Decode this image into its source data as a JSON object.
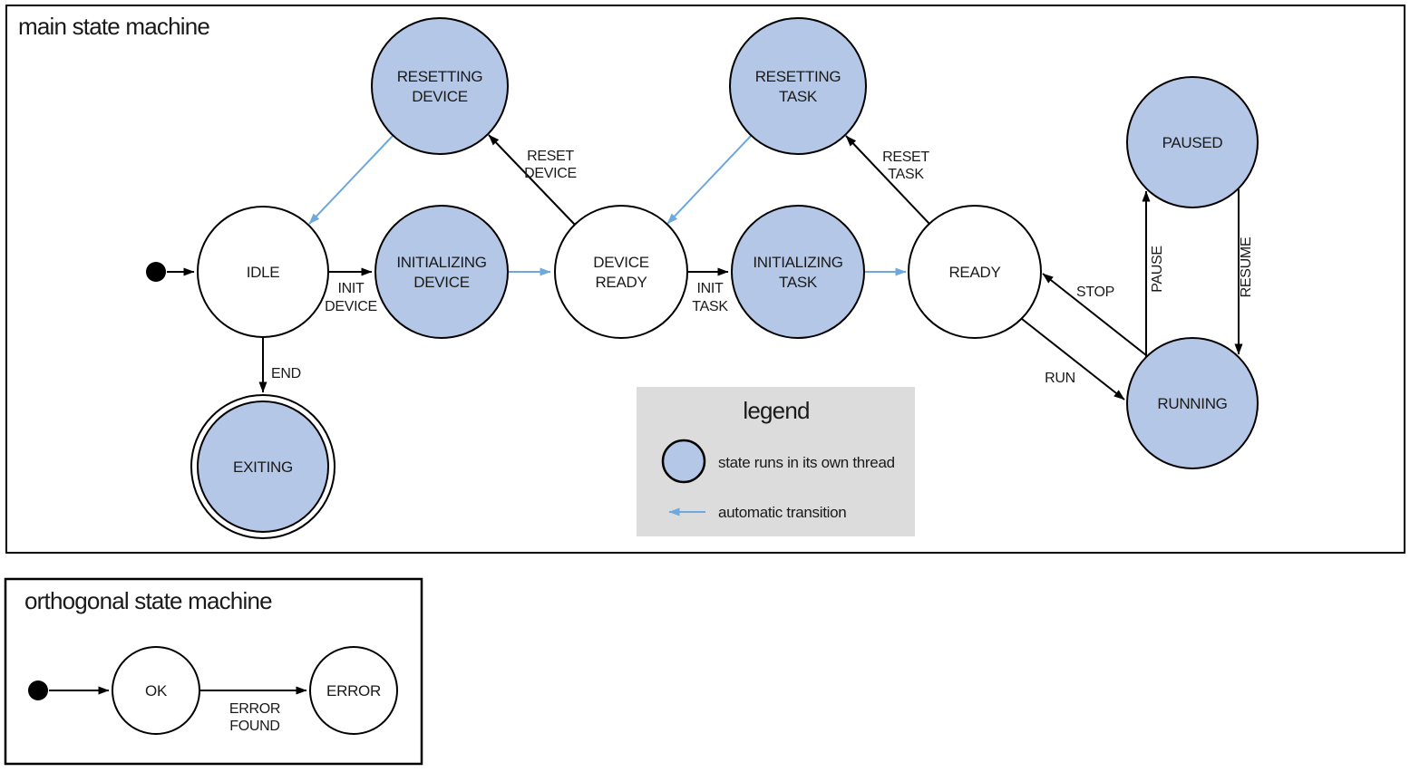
{
  "main": {
    "title": "main state machine",
    "states": {
      "idle": [
        "IDLE"
      ],
      "resetting_device": [
        "RESETTING",
        "DEVICE"
      ],
      "initializing_device": [
        "INITIALIZING",
        "DEVICE"
      ],
      "device_ready": [
        "DEVICE",
        "READY"
      ],
      "resetting_task": [
        "RESETTING",
        "TASK"
      ],
      "initializing_task": [
        "INITIALIZING",
        "TASK"
      ],
      "ready": [
        "READY"
      ],
      "paused": [
        "PAUSED"
      ],
      "running": [
        "RUNNING"
      ],
      "exiting": [
        "EXITING"
      ]
    },
    "transitions": {
      "init_device": [
        "INIT",
        "DEVICE"
      ],
      "reset_device": [
        "RESET",
        "DEVICE"
      ],
      "init_task": [
        "INIT",
        "TASK"
      ],
      "reset_task": [
        "RESET",
        "TASK"
      ],
      "end": [
        "END"
      ],
      "run": [
        "RUN"
      ],
      "stop": [
        "STOP"
      ],
      "pause": [
        "PAUSE"
      ],
      "resume": [
        "RESUME"
      ]
    }
  },
  "legend": {
    "title": "legend",
    "thread_note": "state runs in its own thread",
    "auto_note": "automatic transition"
  },
  "orthogonal": {
    "title": "orthogonal state machine",
    "states": {
      "ok": [
        "OK"
      ],
      "error": [
        "ERROR"
      ]
    },
    "transitions": {
      "error_found": [
        "ERROR",
        "FOUND"
      ]
    }
  },
  "colors": {
    "thread_state_fill": "#b4c7e7",
    "state_stroke": "#000000",
    "auto_transition_blue": "#6fa8dc",
    "legend_background": "#dcdcdc"
  }
}
